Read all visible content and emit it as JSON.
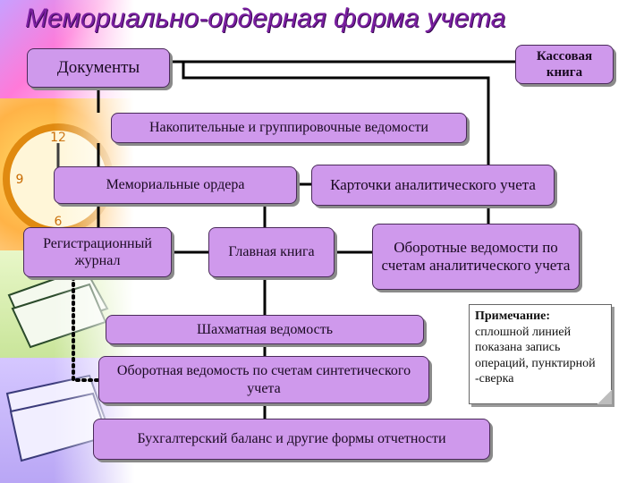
{
  "title": "Мемориально-ордерная форма учета",
  "boxes": {
    "documents": "Документы",
    "cash_book": "Кассовая книга",
    "accumulative": "Накопительные и группировочные ведомости",
    "memorial_orders": "Мемориальные ордера",
    "analytic_cards": "Карточки аналитического учета",
    "registration_journal": "Регистрационный журнал",
    "general_ledger": "Главная книга",
    "analytic_turnover": "Оборотные ведомости по счетам аналитического учета",
    "chess_sheet": "Шахматная ведомость",
    "synthetic_turnover": "Оборотная ведомость по счетам синтетического учета",
    "balance": "Бухгалтерский баланс и другие формы отчетности"
  },
  "note": {
    "heading": "Примечание:",
    "text": "сплошной линией показана запись операций, пунктирной -сверка"
  },
  "colors": {
    "box_fill": "#cf99ec",
    "title": "#7a1fa0",
    "line": "#000000"
  }
}
